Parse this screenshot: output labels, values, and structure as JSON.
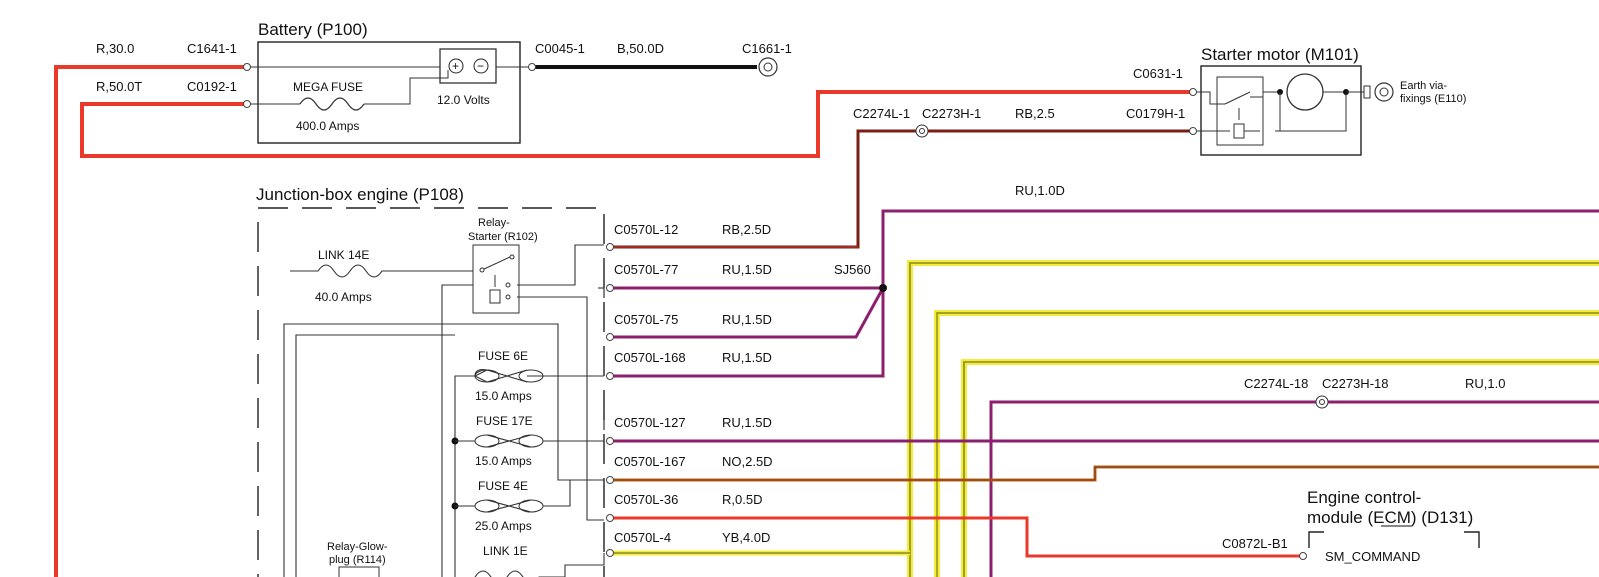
{
  "battery": {
    "title": "Battery (P100)",
    "fuse_name": "MEGA FUSE",
    "fuse_rating": "400.0 Amps",
    "voltage": "12.0 Volts",
    "plus_symbol": "+",
    "minus_symbol": "−"
  },
  "starter": {
    "title": "Starter motor (M101)",
    "earth_label_1": "Earth via-",
    "earth_label_2": "fixings (E110)"
  },
  "junction_box": {
    "title": "Junction-box engine (P108)",
    "relay_starter_1": "Relay-",
    "relay_starter_2": "Starter (R102)",
    "link14e": "LINK 14E",
    "link14e_rating": "40.0 Amps",
    "fuse6e": "FUSE 6E",
    "fuse6e_rating": "15.0 Amps",
    "fuse17e": "FUSE 17E",
    "fuse17e_rating": "15.0 Amps",
    "fuse4e": "FUSE 4E",
    "fuse4e_rating": "25.0 Amps",
    "link1e": "LINK 1E",
    "relay_glow_1": "Relay-Glow-",
    "relay_glow_2": "plug (R114)"
  },
  "ecm": {
    "title_1": "Engine control-",
    "title_2": "module (ECM) (D131)",
    "pin": "SM_COMMAND",
    "connector": "C0872L-B1"
  },
  "connectors": {
    "c1641": "C1641-1",
    "c0192": "C0192-1",
    "c0045": "C0045-1",
    "c1661": "C1661-1",
    "c0631": "C0631-1",
    "c2274l1": "C2274L-1",
    "c2273h1": "C2273H-1",
    "c0179h": "C0179H-1",
    "c0570l12": "C0570L-12",
    "c0570l77": "C0570L-77",
    "c0570l75": "C0570L-75",
    "c0570l168": "C0570L-168",
    "c0570l127": "C0570L-127",
    "c0570l167": "C0570L-167",
    "c0570l36": "C0570L-36",
    "c0570l4": "C0570L-4",
    "c2274l18": "C2274L-18",
    "c2273h18": "C2273H-18",
    "sj560": "SJ560"
  },
  "wires": {
    "r30": "R,30.0",
    "r50t": "R,50.0T",
    "b50d": "B,50.0D",
    "rb25": "RB,2.5",
    "rb25d": "RB,2.5D",
    "ru15d_a": "RU,1.5D",
    "ru15d_b": "RU,1.5D",
    "ru15d_c": "RU,1.5D",
    "ru15d_d": "RU,1.5D",
    "no25d": "NO,2.5D",
    "r05d": "R,0.5D",
    "yb40d": "YB,4.0D",
    "ru10d": "RU,1.0D",
    "ru10": "RU,1.0"
  },
  "colors": {
    "red": "#e8392b",
    "black": "#111111",
    "dark_red": "#7a1d12",
    "purple": "#8c1f6e",
    "orange": "#c8641e",
    "yellow": "#f3ec3c",
    "olive": "#8c8a1e"
  }
}
